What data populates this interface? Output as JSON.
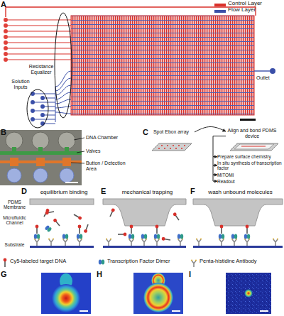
{
  "diagram": {
    "nodes": [
      {
        "text": [
          "Spot Ebox array"
        ]
      },
      {
        "text": [
          "Align and bond PDMS device"
        ]
      },
      {
        "text": [
          "Prepare surface chemistry"
        ]
      },
      {
        "text": [
          "In situ synthesis of transcription factor"
        ]
      },
      {
        "text": [
          "MITOMI"
        ]
      },
      {
        "text": [
          "Readout"
        ]
      }
    ],
    "edges": [
      {
        "from": 0,
        "to": 1,
        "arrow": "to"
      },
      {
        "from": 1,
        "to": 2,
        "arrow": "to"
      },
      {
        "from": 2,
        "to": 3,
        "arrow": "to"
      },
      {
        "from": 3,
        "to": 4,
        "arrow": "to"
      },
      {
        "from": 4,
        "to": 5,
        "arrow": "to"
      }
    ],
    "labels": [
      "A",
      "Resistance Equalizer",
      "Solution Inputs",
      "Outlet",
      "B",
      "DNA Chamber",
      "Valves",
      "Button / Detection Area",
      "C",
      "D",
      "equilibrium binding",
      "PDMS Membrane",
      "Microfluidic Channel",
      "Substrate",
      "E",
      "mechanical trapping",
      "F",
      "wash unbound molecules",
      "G",
      "H",
      "I"
    ],
    "legend": [
      {
        "text": "Control Layer",
        "color": "#d9312b"
      },
      {
        "text": "Flow Layer",
        "color": "#3a4fa8"
      },
      {
        "text": "Cy5-labeled target DNA"
      },
      {
        "text": "Transcription Factor Dimer"
      },
      {
        "text": "Penta-histidine Antibody"
      }
    ]
  }
}
